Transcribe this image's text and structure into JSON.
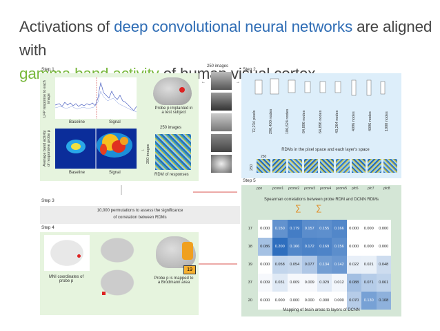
{
  "title": {
    "part1": "Activations of ",
    "part2": "deep convolutional neural networks",
    "part3": " are aligned with ",
    "part4": "gamma band activity",
    "part5": " of human visual cortex"
  },
  "colors": {
    "blue": "#2f6db5",
    "green": "#78b83c",
    "arrow": "#d9534f"
  },
  "step1": {
    "label": "Step 1",
    "lfp_ylabel": "LFP response to each image",
    "baseline": "Baseline",
    "signal": "Signal",
    "band_ylabel": "Average band activity of responsive probe p",
    "probe_text": "Probe p implanted in a test subject",
    "images_label": "250 images",
    "images_side": "250 images",
    "rdm_label": "RDM of responses"
  },
  "top_images": "250 images",
  "step2": {
    "label": "Step 2",
    "layer_sizes": [
      "72,234 pixels",
      "290,400 nodes",
      "186,624 nodes",
      "64,896 nodes",
      "64,896 nodes",
      "43,264 nodes",
      "4096 nodes",
      "4096 nodes",
      "1000 nodes"
    ],
    "rdm_caption": "RDMs in the pixel space and each layer's space",
    "dim_top": "250",
    "dim_side": "250"
  },
  "step3": {
    "label": "Step 3",
    "text1": "10,000 permutations to assess the significance",
    "text2": "of correlation between RDMs"
  },
  "step4": {
    "label": "Step 4",
    "mni_text": "MNI coordinates of probe p",
    "probe_text": "Probe p is mapped to a Brodmann area",
    "brodmann": "19"
  },
  "step5": {
    "label": "Step 5",
    "rho": [
      "ρpx",
      "ρconv1",
      "ρconv2",
      "ρconv3",
      "ρconv4",
      "ρconv5",
      "ρfc6",
      "ρfc7",
      "ρfc8"
    ],
    "spearman": "Spearman correlations between probe RDM and DCNN RDMs",
    "sum1": "∑",
    "sum2": "∑",
    "footer": "Mapping of brain areas to layers of DCNN"
  },
  "heatmap": {
    "rows": [
      {
        "label": "17",
        "values": [
          "0.000",
          "0.150",
          "0.179",
          "0.157",
          "0.155",
          "0.166",
          "0.000",
          "0.000",
          "0.000"
        ]
      },
      {
        "label": "18",
        "values": [
          "0.086",
          "0.200",
          "0.166",
          "0.172",
          "0.169",
          "0.156",
          "0.000",
          "0.000",
          "0.000"
        ]
      },
      {
        "label": "19",
        "values": [
          "0.000",
          "0.058",
          "0.054",
          "0.077",
          "0.134",
          "0.142",
          "0.022",
          "0.021",
          "0.048"
        ]
      },
      {
        "label": "37",
        "values": [
          "0.009",
          "0.031",
          "0.009",
          "0.009",
          "0.029",
          "0.012",
          "0.088",
          "0.071",
          "0.061"
        ]
      },
      {
        "label": "20",
        "values": [
          "0.000",
          "0.000",
          "0.000",
          "0.000",
          "0.000",
          "0.000",
          "0.070",
          "0.130",
          "0.108"
        ]
      }
    ]
  }
}
